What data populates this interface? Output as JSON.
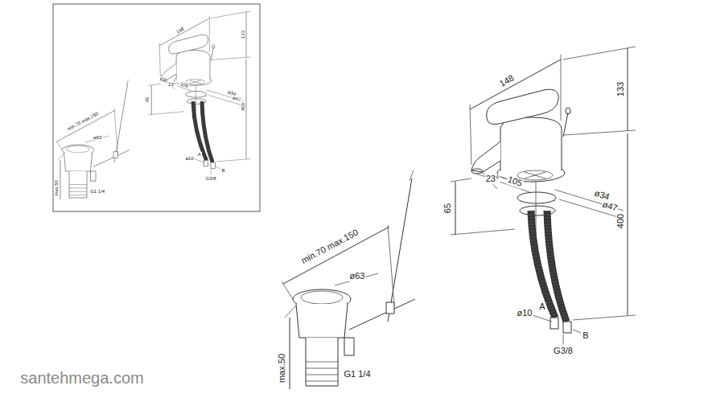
{
  "diagram": {
    "labels": [
      "148",
      "133",
      "23°",
      "105",
      "65",
      "ø34",
      "ø47",
      "400",
      "ø10",
      "A",
      "B",
      "G3/8",
      "min.70 max.150",
      "ø63",
      "max.50",
      "G1 1/4",
      "santehmega.com",
      "148",
      "133",
      "23°",
      "105",
      "65",
      "ø34",
      "ø47",
      "400",
      "ø10",
      "A",
      "B",
      "G3/8",
      "min.70 max.150",
      "ø63",
      "max.50",
      "G1 1/4"
    ]
  }
}
